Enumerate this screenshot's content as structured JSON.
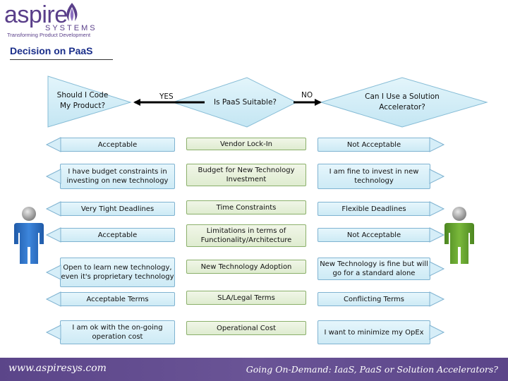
{
  "logo": {
    "word": "aspire",
    "systems": "SYSTEMS",
    "tagline": "Transforming Product Development"
  },
  "title": "Decision on PaaS",
  "decisions": {
    "left": "Should I Code My Product?",
    "center": "Is PaaS Suitable?",
    "right": "Can I Use a Solution Accelerator?"
  },
  "edges": {
    "yes": "YES",
    "no": "NO"
  },
  "rows": [
    {
      "left": "Acceptable",
      "center": "Vendor Lock-In",
      "right": "Not Acceptable"
    },
    {
      "left": "I have budget constraints in investing on new technology",
      "center": "Budget for New Technology Investment",
      "right": "I am fine to invest in new technology"
    },
    {
      "left": "Very Tight Deadlines",
      "center": "Time Constraints",
      "right": "Flexible Deadlines"
    },
    {
      "left": "Acceptable",
      "center": "Limitations in terms of Functionality/Architecture",
      "right": "Not Acceptable"
    },
    {
      "left": "Open to learn new technology, even it's proprietary technology",
      "center": "New Technology Adoption",
      "right": "New Technology is fine but will go for a standard alone"
    },
    {
      "left": "Acceptable Terms",
      "center": "SLA/Legal Terms",
      "right": "Conflicting Terms"
    },
    {
      "left": "I am ok with the on-going operation cost",
      "center": "Operational Cost",
      "right": "I want to minimize my OpEx"
    }
  ],
  "footer": {
    "left": "www.aspiresys.com",
    "right": "Going On-Demand: IaaS, PaaS or Solution Accelerators?"
  },
  "colors": {
    "brand": "#5a3f8a",
    "title": "#1a2e8a",
    "person_left": "#2f6fc4",
    "person_right": "#5f9a2a",
    "diamond_fill": "#d2eef8"
  }
}
